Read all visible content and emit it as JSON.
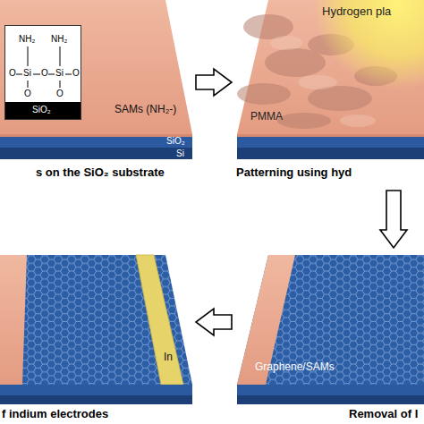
{
  "diagram": {
    "nodes": [
      {
        "text": [
          "s on the SiO₂ substrate",
          "SAMs (NH₂-)",
          "SiO₂",
          "Si"
        ]
      },
      {
        "text": [
          "NH₂",
          "NH₂",
          "O",
          "Si",
          "O",
          "Si",
          "O",
          "O",
          "O",
          "SiO₂"
        ],
        "in": 0
      },
      {
        "text": [
          "Hydrogen pla",
          "PMMA",
          "Patterning using hyd"
        ]
      },
      {
        "text": [
          "Graphene/SAMs",
          "Removal of I"
        ]
      },
      {
        "text": [
          "In",
          "f indium electrodes"
        ]
      }
    ],
    "edges": [
      {
        "from": 0,
        "to": 2,
        "arrow": "to"
      },
      {
        "from": 2,
        "to": 3,
        "arrow": "to"
      },
      {
        "from": 3,
        "to": 4,
        "arrow": "to"
      }
    ]
  }
}
